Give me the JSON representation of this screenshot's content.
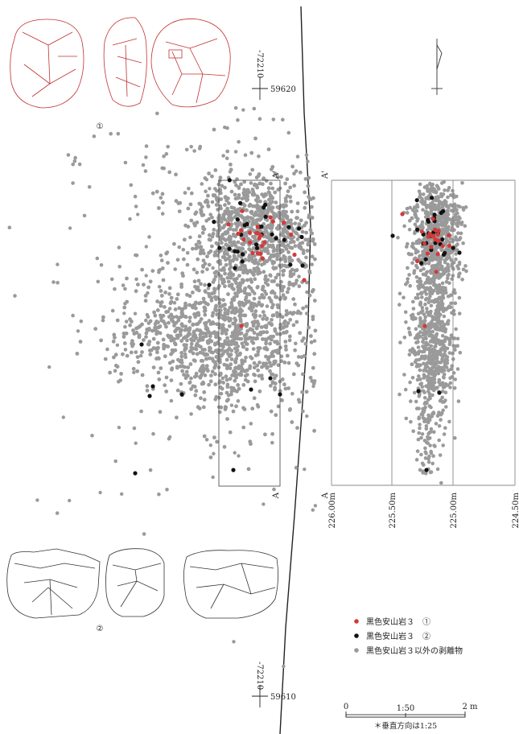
{
  "colors": {
    "artifact1": "#d43a3a",
    "artifact2": "#111111",
    "other": "#9a9a9a",
    "lineDark": "#222222",
    "sectionFrame": "#777777",
    "sketchRed": "#c23030",
    "sketchBlack": "#333333"
  },
  "figure": {
    "piece_labels": {
      "piece1": "①",
      "piece2": "②"
    },
    "grid_labels": {
      "top_x": "-72210",
      "top_y": "59620",
      "bottom_x": "-72210",
      "bottom_y": "59610"
    },
    "profile": {
      "start_label": "A",
      "end_label": "A'",
      "elevations": [
        "226.00m",
        "225.50m",
        "225.00m",
        "224.50m"
      ]
    },
    "north_arrow_icon": "north-arrow-icon",
    "scale": {
      "start": "0",
      "mid": "1:50",
      "end": "2 m",
      "note": "＊垂直方向は1:25"
    }
  },
  "chart_data": {
    "type": "scatter",
    "description_kind": "lithic refitting distribution (plan + elevation profile)",
    "series": [
      {
        "name": "黒色安山岩３　①",
        "color": "#d43a3a",
        "approx_count": 30
      },
      {
        "name": "黒色安山岩３　②",
        "color": "#111111",
        "approx_count": 45
      },
      {
        "name": "黒色安山岩３以外の剥離物",
        "color": "#9a9a9a",
        "approx_count": 2500
      }
    ],
    "profile_axis": {
      "label_start": "A",
      "label_end": "A'",
      "ticks": [
        "226.00m",
        "225.50m",
        "225.00m",
        "224.50m"
      ],
      "range_m": [
        226.0,
        224.5
      ]
    },
    "plan_grid_points": [
      {
        "x": "-72210",
        "y": "59620"
      },
      {
        "x": "-72210",
        "y": "59610"
      }
    ],
    "scale": "1:50",
    "scale_length": "2 m",
    "vertical_scale_note": "＊垂直方向は1:25",
    "legend_position": "bottom-right"
  }
}
